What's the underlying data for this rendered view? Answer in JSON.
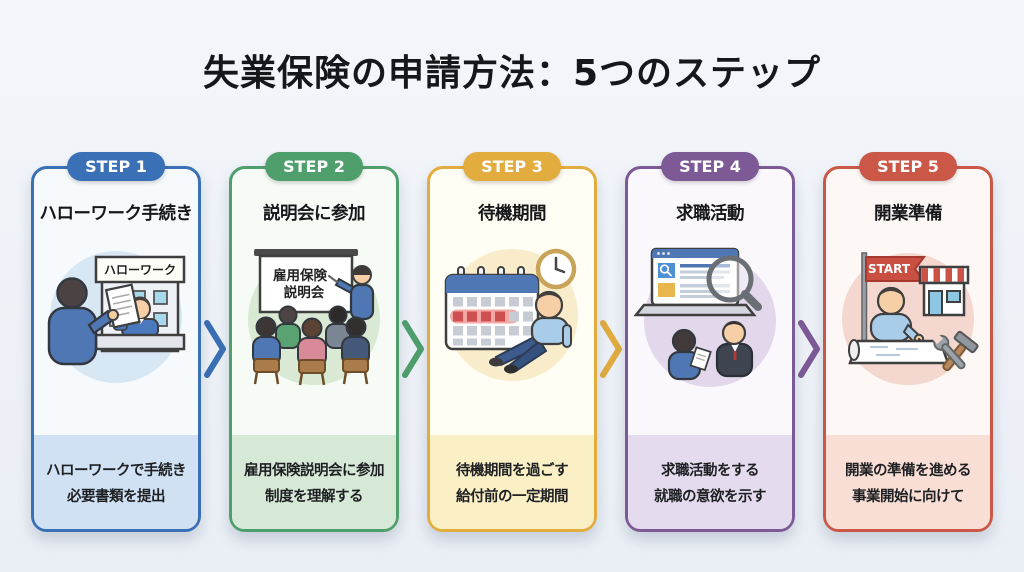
{
  "page": {
    "title": "失業保険の申請方法：5つのステップ",
    "background": "#edf1f6"
  },
  "steps": [
    {
      "badge": "STEP 1",
      "title": "ハローワーク手続き",
      "description_line1": "ハローワークで手続き",
      "description_line2": "必要書類を提出",
      "illustration": "person-submitting-documents-at-hellowork-counter",
      "illustration_sign": "ハローワーク",
      "colors": {
        "accent": "#3a70b5",
        "card_bg": "#f6fafd",
        "circle_bg": "#d8e7f4",
        "footer_bg": "#cfe1f2"
      }
    },
    {
      "badge": "STEP 2",
      "title": "説明会に参加",
      "description_line1": "雇用保険説明会に参加",
      "description_line2": "制度を理解する",
      "illustration": "seminar-presenter-with-seated-audience",
      "illustration_board_line1": "雇用保険",
      "illustration_board_line2": "説明会",
      "colors": {
        "accent": "#4f9f6d",
        "card_bg": "#f6fbf6",
        "circle_bg": "#d9e9d4",
        "footer_bg": "#d6e9d7"
      }
    },
    {
      "badge": "STEP 3",
      "title": "待機期間",
      "description_line1": "待機期間を過ごす",
      "description_line2": "給付前の一定期間",
      "illustration": "calendar-with-clock-and-person-waiting",
      "colors": {
        "accent": "#e2ac3e",
        "card_bg": "#fffdf4",
        "circle_bg": "#f9ecca",
        "footer_bg": "#faefc5"
      }
    },
    {
      "badge": "STEP 4",
      "title": "求職活動",
      "description_line1": "求職活動をする",
      "description_line2": "就職の意欲を示す",
      "illustration": "laptop-job-search-magnifier-and-interview",
      "colors": {
        "accent": "#7d5a96",
        "card_bg": "#faf8fc",
        "circle_bg": "#e2d7eb",
        "footer_bg": "#e5dbee"
      }
    },
    {
      "badge": "STEP 5",
      "title": "開業準備",
      "description_line1": "開業の準備を進める",
      "description_line2": "事業開始に向けて",
      "illustration": "start-flag-shopfront-planning-and-tools",
      "illustration_flag": "START",
      "colors": {
        "accent": "#cb5847",
        "card_bg": "#fdf7f5",
        "circle_bg": "#f4d7cf",
        "footer_bg": "#f8ded4"
      }
    }
  ],
  "arrows": [
    {
      "from": "STEP 1",
      "to": "STEP 2",
      "color": "#3a70b5"
    },
    {
      "from": "STEP 2",
      "to": "STEP 3",
      "color": "#4f9f6d"
    },
    {
      "from": "STEP 3",
      "to": "STEP 4",
      "color": "#e2ac3e"
    },
    {
      "from": "STEP 4",
      "to": "STEP 5",
      "color": "#7d5a96"
    }
  ]
}
